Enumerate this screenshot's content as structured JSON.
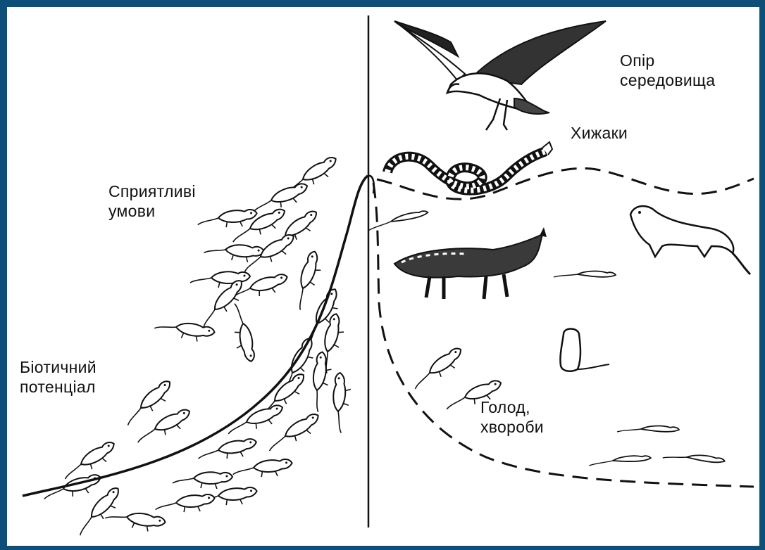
{
  "labels": {
    "favorable_conditions": "Сприятливі\nумови",
    "biotic_potential": "Біотичний\nпотенціал",
    "environmental_resistance": "Опір\nсередовища",
    "predators": "Хижаки",
    "hunger_diseases": "Голод,\nхвороби"
  },
  "colors": {
    "frame": "#0c4f78",
    "ink": "#111111",
    "paper": "#ffffff"
  },
  "icons": [
    "eagle-icon",
    "snake-icon",
    "fox-icon",
    "weasel-icon",
    "rodent-icon",
    "mouse-icon"
  ]
}
